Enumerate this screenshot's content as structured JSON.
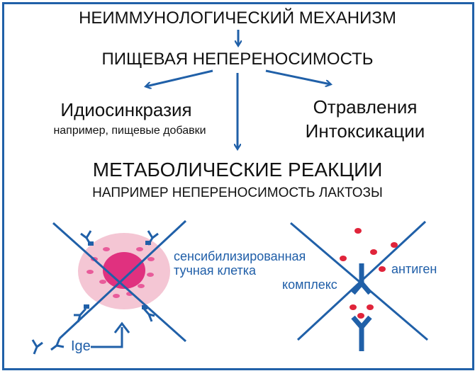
{
  "title": "НЕИММУНОЛОГИЧЕСКИЙ МЕХАНИЗМ",
  "subtitle": "ПИЩЕВАЯ НЕПЕРЕНОСИМОСТЬ",
  "left_branch": {
    "heading": "Идиосинкразия",
    "example": "например, пищевые добавки"
  },
  "right_branch": {
    "line1": "Отравления",
    "line2": "Интоксикации"
  },
  "center_branch": {
    "heading": "МЕТАБОЛИЧЕСКИЕ РЕАКЦИИ",
    "example": "НАПРИМЕР НЕПЕРЕНОСИМОСТЬ ЛАКТОЗЫ"
  },
  "left_figure": {
    "cell_label_line1": "сенсибилизированная",
    "cell_label_line2": "тучная клетка",
    "antibody_label": "Ige"
  },
  "right_figure": {
    "antigen_label": "антиген",
    "complex_label": "комплекс"
  },
  "colors": {
    "arrow_blue": "#2060a8",
    "text_blue": "#1f5ea8",
    "cell_outer": "#f4c6d4",
    "cell_nucleus": "#e0317f",
    "granule": "#e85b9a",
    "antigen_dot": "#e0243a"
  }
}
